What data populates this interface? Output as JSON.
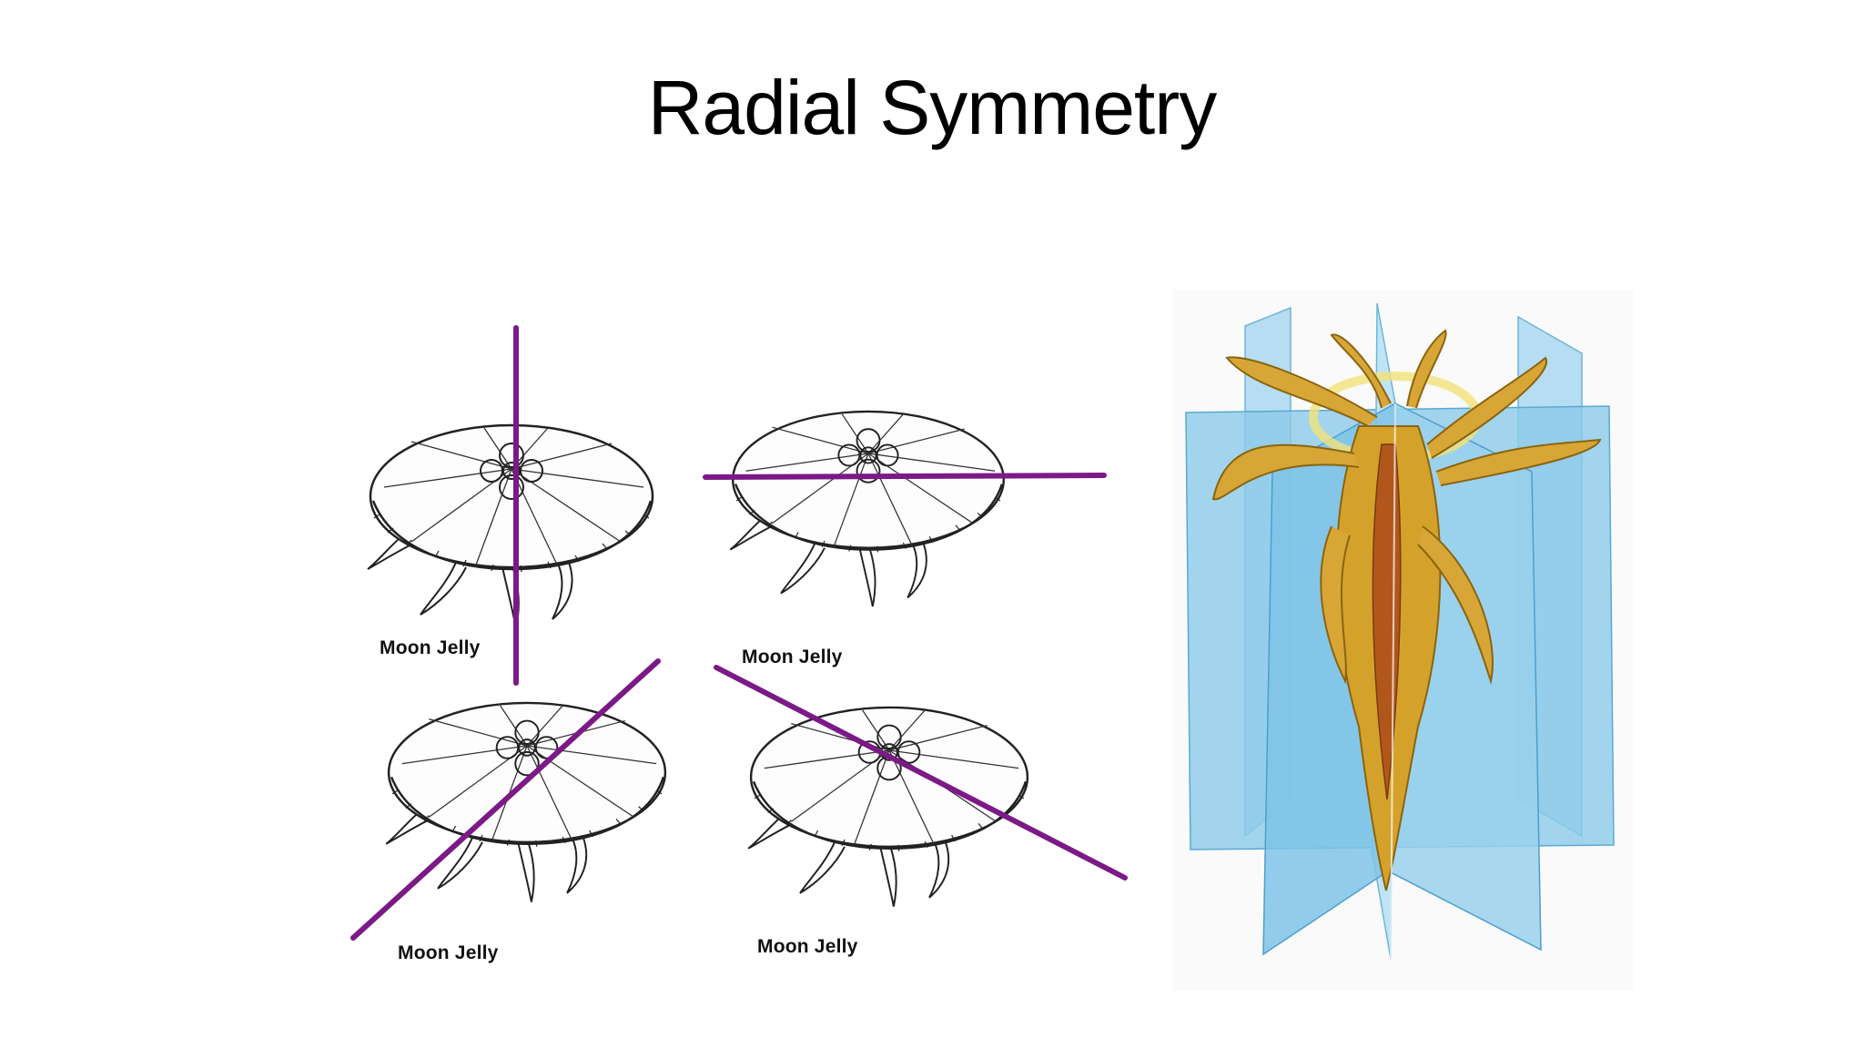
{
  "slide": {
    "title": "Radial Symmetry"
  },
  "jelly_diagram": {
    "captions": [
      "Moon Jelly",
      "Moon Jelly",
      "Moon Jelly",
      "Moon Jelly"
    ],
    "symmetry_line_color": "#7b1a86"
  },
  "anemone_diagram": {
    "plane_color": "#8ccbea",
    "body_color": "#d4a22a"
  }
}
